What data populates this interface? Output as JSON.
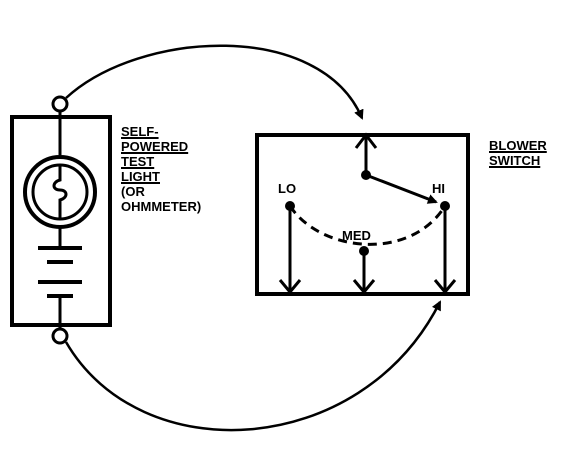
{
  "diagram": {
    "test_light_label": {
      "line1": "SELF-",
      "line2": "POWERED",
      "line3": "TEST",
      "line4": "LIGHT",
      "line5": "(OR",
      "line6": "OHMMETER)"
    },
    "switch_label": {
      "line1": "BLOWER",
      "line2": "SWITCH"
    },
    "terminals": {
      "lo": "LO",
      "med": "MED",
      "hi": "HI"
    }
  }
}
